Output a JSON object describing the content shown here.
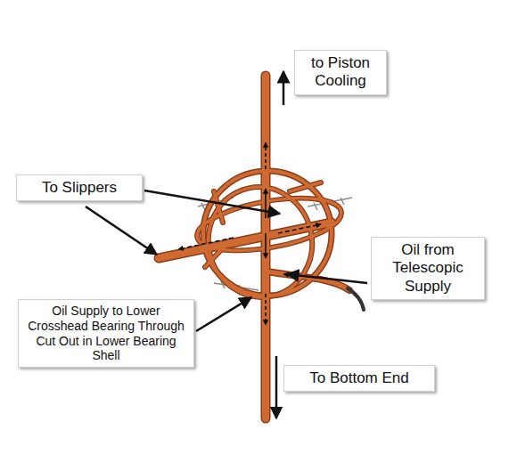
{
  "diagram": {
    "nodes": [
      {
        "text": [
          "to Piston Cooling"
        ]
      },
      {
        "text": [
          "To Slippers"
        ]
      },
      {
        "text": [
          "Oil from Telescopic Supply"
        ]
      },
      {
        "text": [
          "Oil Supply to Lower Crosshead Bearing Through Cut Out in Lower Bearing Shell"
        ]
      },
      {
        "text": [
          "To Bottom End"
        ]
      }
    ]
  }
}
